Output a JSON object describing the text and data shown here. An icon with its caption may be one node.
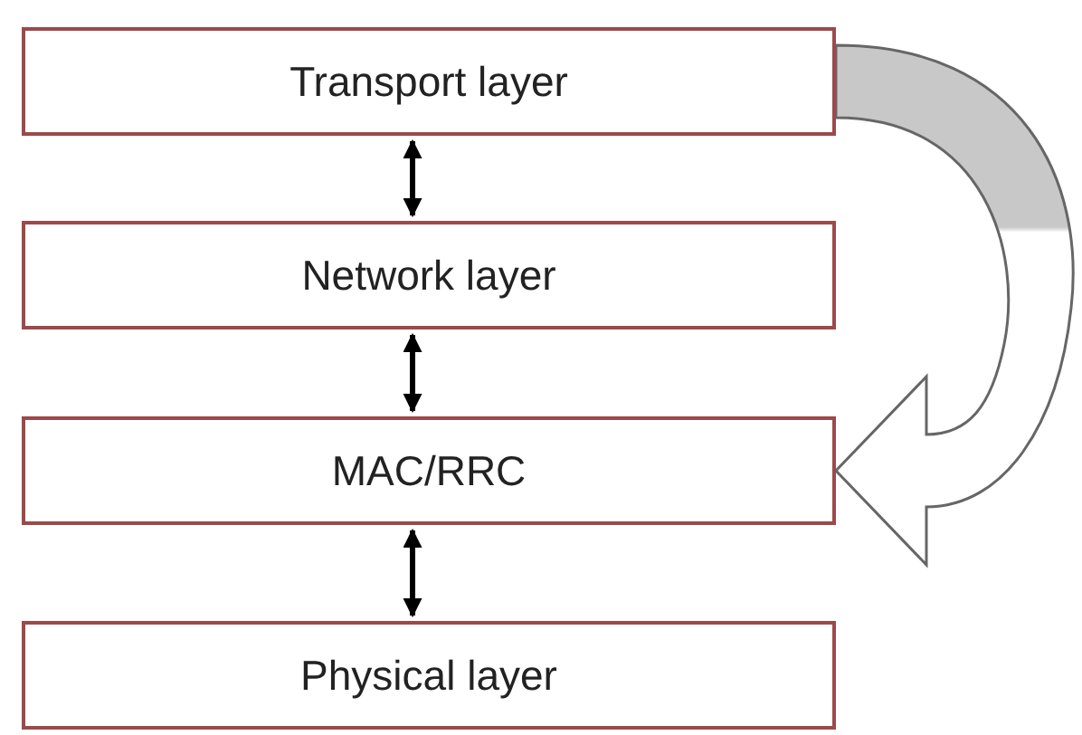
{
  "diagram": {
    "nodes": [
      {
        "text": [
          "Transport layer"
        ]
      },
      {
        "text": [
          "Network layer"
        ]
      },
      {
        "text": [
          "MAC/RRC"
        ]
      },
      {
        "text": [
          "Physical layer"
        ]
      }
    ],
    "edges": [
      {
        "from": 0,
        "to": 1,
        "arrow": "both"
      },
      {
        "from": 1,
        "to": 2,
        "arrow": "both"
      },
      {
        "from": 2,
        "to": 3,
        "arrow": "both"
      },
      {
        "from": 0,
        "to": 2,
        "arrow": "to",
        "style": "thick",
        "color": "#666666"
      }
    ]
  }
}
